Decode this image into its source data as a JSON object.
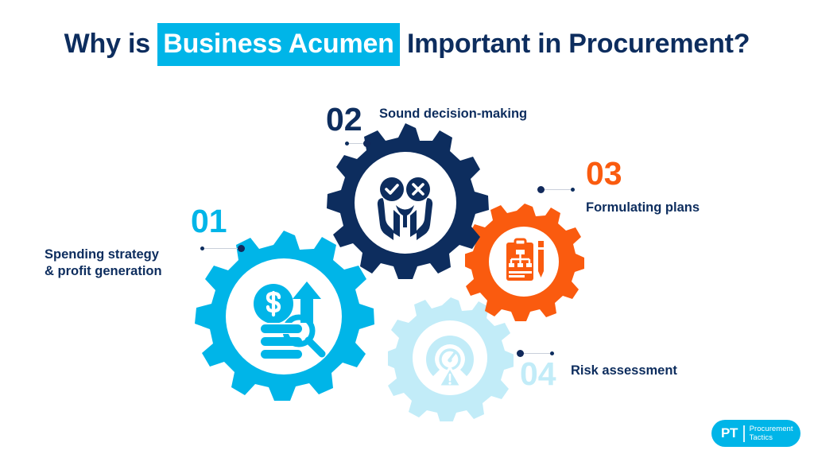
{
  "title": {
    "prefix": "Why is ",
    "highlight": "Business Acumen",
    "suffix": " Important in Procurement?"
  },
  "colors": {
    "navy": "#0D2D5E",
    "cyan": "#00B5E8",
    "orange": "#FA5B0F",
    "pale_blue": "#C2ECF8",
    "background": "#FFFFFF",
    "connector_line": "#C9CFDA"
  },
  "items": [
    {
      "number": "01",
      "label": "Spending strategy\n& profit generation",
      "label_line1": "Spending strategy",
      "label_line2": "& profit generation",
      "color": "#00B5E8",
      "icon": "money-growth-analysis-icon"
    },
    {
      "number": "02",
      "label": "Sound decision-making",
      "label_line1": "Sound decision-making",
      "label_line2": "",
      "color": "#0D2D5E",
      "icon": "hands-decision-check-cross-icon"
    },
    {
      "number": "03",
      "label": "Formulating plans",
      "label_line1": "Formulating plans",
      "label_line2": "",
      "color": "#FA5B0F",
      "icon": "clipboard-flowchart-pencil-icon"
    },
    {
      "number": "04",
      "label": "Risk assessment",
      "label_line1": "Risk assessment",
      "label_line2": "",
      "color": "#C2ECF8",
      "icon": "gauge-warning-icon"
    }
  ],
  "logo": {
    "monogram": "PT",
    "name_line1": "Procurement",
    "name_line2": "Tactics"
  }
}
